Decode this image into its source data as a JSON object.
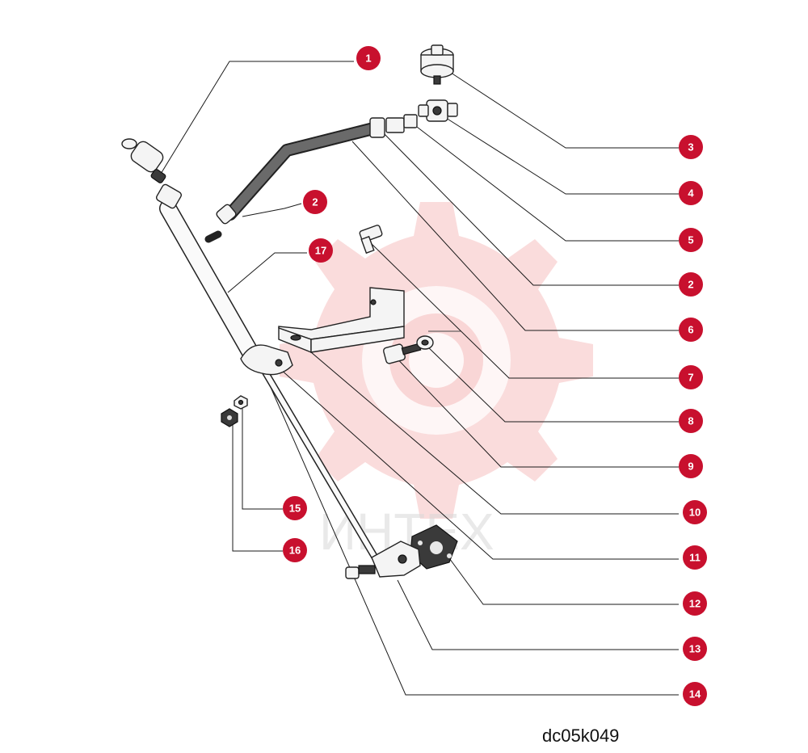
{
  "diagram": {
    "drawing_code": "dc05k049",
    "watermark_text": "ИНТЕХ",
    "accent_color": "#c8102e",
    "callouts": [
      {
        "id": "c1",
        "label": "1"
      },
      {
        "id": "c2a",
        "label": "2"
      },
      {
        "id": "c17",
        "label": "17"
      },
      {
        "id": "c3",
        "label": "3"
      },
      {
        "id": "c4",
        "label": "4"
      },
      {
        "id": "c5",
        "label": "5"
      },
      {
        "id": "c2b",
        "label": "2"
      },
      {
        "id": "c6",
        "label": "6"
      },
      {
        "id": "c7",
        "label": "7"
      },
      {
        "id": "c8",
        "label": "8"
      },
      {
        "id": "c9",
        "label": "9"
      },
      {
        "id": "c10",
        "label": "10"
      },
      {
        "id": "c11",
        "label": "11"
      },
      {
        "id": "c12",
        "label": "12"
      },
      {
        "id": "c13",
        "label": "13"
      },
      {
        "id": "c14",
        "label": "14"
      },
      {
        "id": "c15",
        "label": "15"
      },
      {
        "id": "c16",
        "label": "16"
      }
    ]
  }
}
